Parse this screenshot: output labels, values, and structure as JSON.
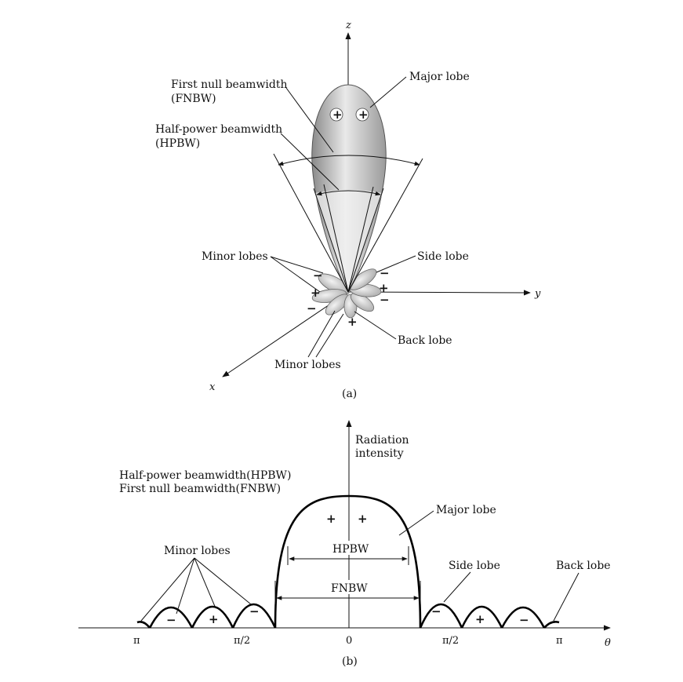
{
  "part_a": {
    "axes": {
      "z": "z",
      "y": "y",
      "x": "x"
    },
    "labels": {
      "major_lobe": "Major lobe",
      "fnbw_line1": "First null beamwidth",
      "fnbw_line2": "(FNBW)",
      "hpbw_line1": "Half-power beamwidth",
      "hpbw_line2": "(HPBW)",
      "minor_lobes_top": "Minor lobes",
      "side_lobe": "Side lobe",
      "back_lobe": "Back lobe",
      "minor_lobes_bottom": "Minor lobes"
    },
    "signs": {
      "major_left": "+",
      "major_right": "+",
      "s1": "−",
      "s2": "+",
      "s3": "−",
      "s4": "−",
      "s5": "+",
      "s6": "−",
      "s7": "+"
    },
    "caption": "(a)"
  },
  "part_b": {
    "ylabel_line1": "Radiation",
    "ylabel_line2": "intensity",
    "legend_line1": "Half-power beamwidth(HPBW)",
    "legend_line2": "First null beamwidth(FNBW)",
    "labels": {
      "major_lobe": "Major lobe",
      "minor_lobes": "Minor lobes",
      "side_lobe": "Side lobe",
      "back_lobe": "Back lobe",
      "hpbw": "HPBW",
      "fnbw": "FNBW"
    },
    "signs": {
      "major_left": "+",
      "major_right": "+",
      "l1": "−",
      "l2": "+",
      "l3": "−",
      "r1": "−",
      "r2": "+",
      "r3": "−"
    },
    "xticks": {
      "neg_pi": "π",
      "neg_half_pi": "π/2",
      "zero": "0",
      "half_pi": "π/2",
      "pi": "π"
    },
    "xaxis": "θ",
    "caption": "(b)"
  }
}
